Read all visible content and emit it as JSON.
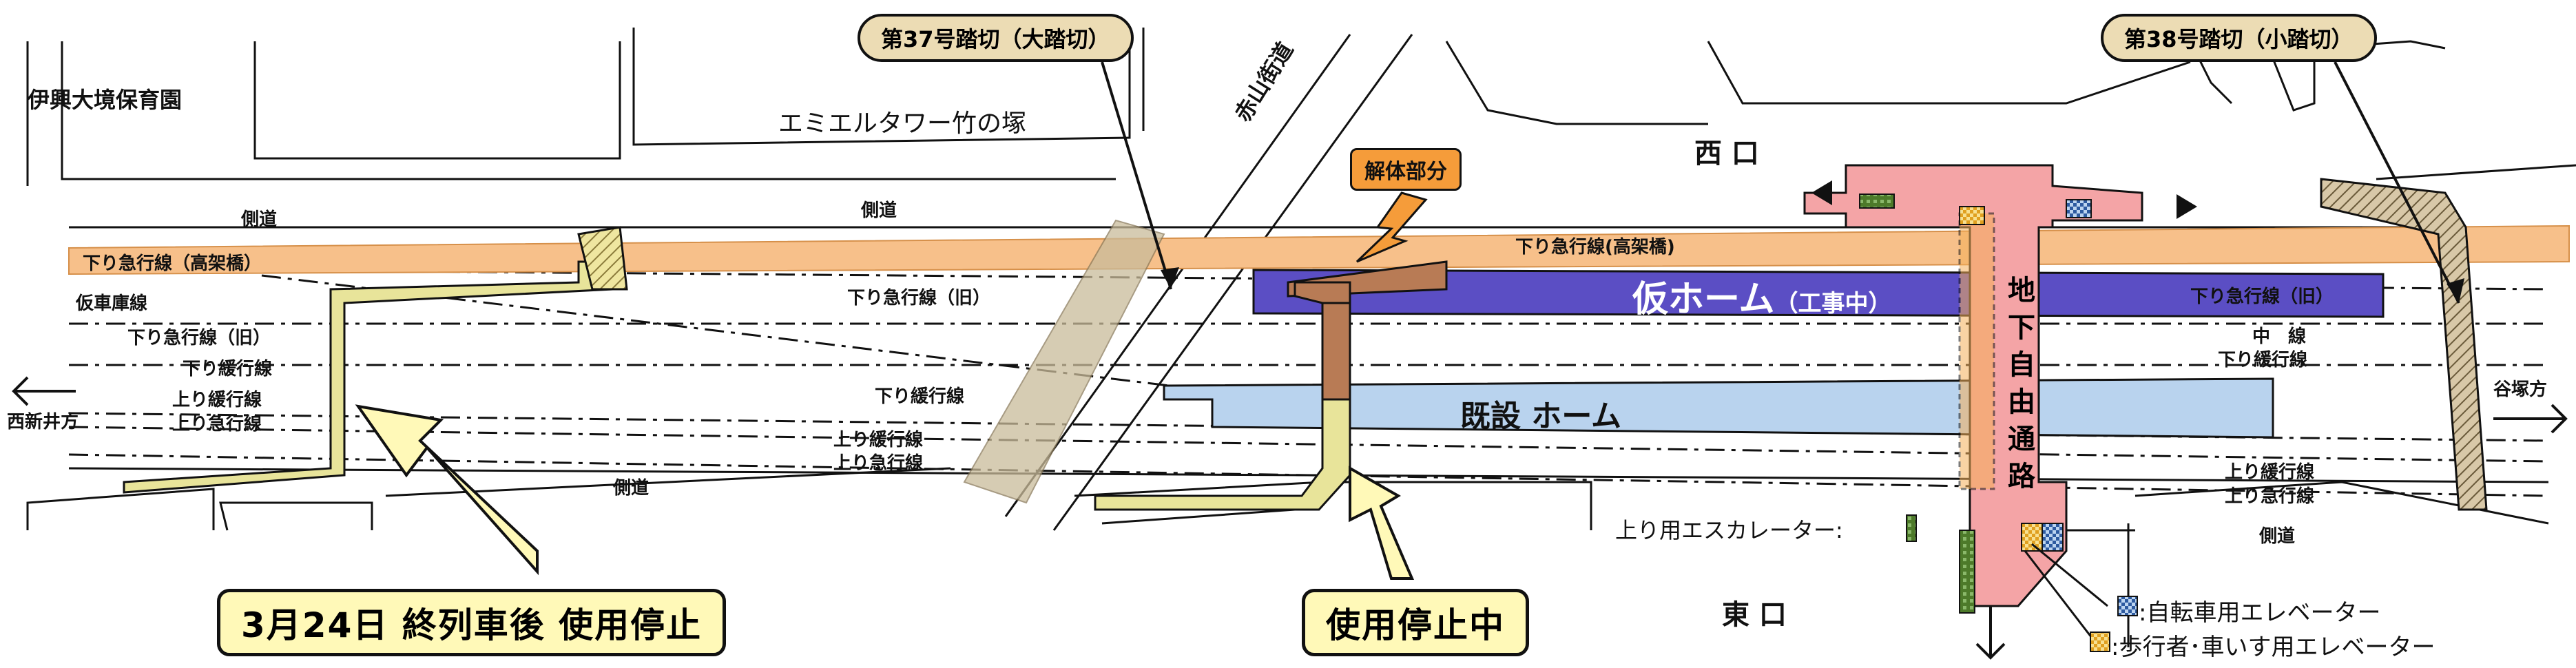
{
  "labels": {
    "nursery": "伊興大境保育園",
    "tower": "エミエルタワー竹の塚",
    "akayama": "赤山街道",
    "west_exit": "西 口",
    "east_exit": "東 口",
    "sidewalk_left": "側道",
    "sidewalk_mid": "側道",
    "sidewalk_bottom": "側道",
    "sidewalk_right": "側道",
    "nishiarai": "西新井方",
    "yatsuka": "谷塚方",
    "kudari_kyuko_viaduct_left": "下り急行線（高架橋）",
    "kudari_kyuko_viaduct_right": "下り急行線(高架橋)",
    "kari_shako": "仮車庫線",
    "kudari_kyuko_old_left": "下り急行線（旧）",
    "kudari_kanko_left": "下り緩行線",
    "nobori_kanko_left": "上り緩行線",
    "nobori_kyuko_left": "上り急行線",
    "kudari_kyuko_old_mid": "下り急行線（旧）",
    "kudari_kanko_mid": "下り緩行線",
    "nobori_kanko_mid": "上り緩行線",
    "nobori_kyuko_mid": "上り急行線",
    "kudari_kyuko_old_right": "下り急行線（旧）",
    "naka_sen": "中　線",
    "kudari_kanko_right": "下り緩行線",
    "nobori_kanko_right": "上り緩行線",
    "nobori_kyuko_right": "上り急行線",
    "kari_home": "仮ホーム",
    "kari_home_sub": "（工事中）",
    "kisetsu_home": "既設 ホーム",
    "underpass": [
      "地",
      "下",
      "自",
      "由",
      "通",
      "路"
    ],
    "escalator": "上り用エスカレーター:",
    "legend_bike": ":自転車用エレベーター",
    "legend_ped": ":歩行者･車いす用エレベーター"
  },
  "tags": {
    "crossing37": "第37号踏切（大踏切）",
    "crossing38": "第38号踏切（小踏切）",
    "demolition": "解体部分"
  },
  "callouts": {
    "stop_march": "3月24日 終列車後 使用停止",
    "stopped": "使用停止中"
  },
  "colors": {
    "viaduct": "#f7c08a",
    "temp_platform": "#5b4ec4",
    "existing_platform": "#b9d3ee",
    "underpass": "#f4a4a6",
    "overpass": "#e8e49a",
    "demolition": "#b87b55",
    "crossing": "#c9bb9a",
    "callout_fill": "#fff9b8"
  }
}
